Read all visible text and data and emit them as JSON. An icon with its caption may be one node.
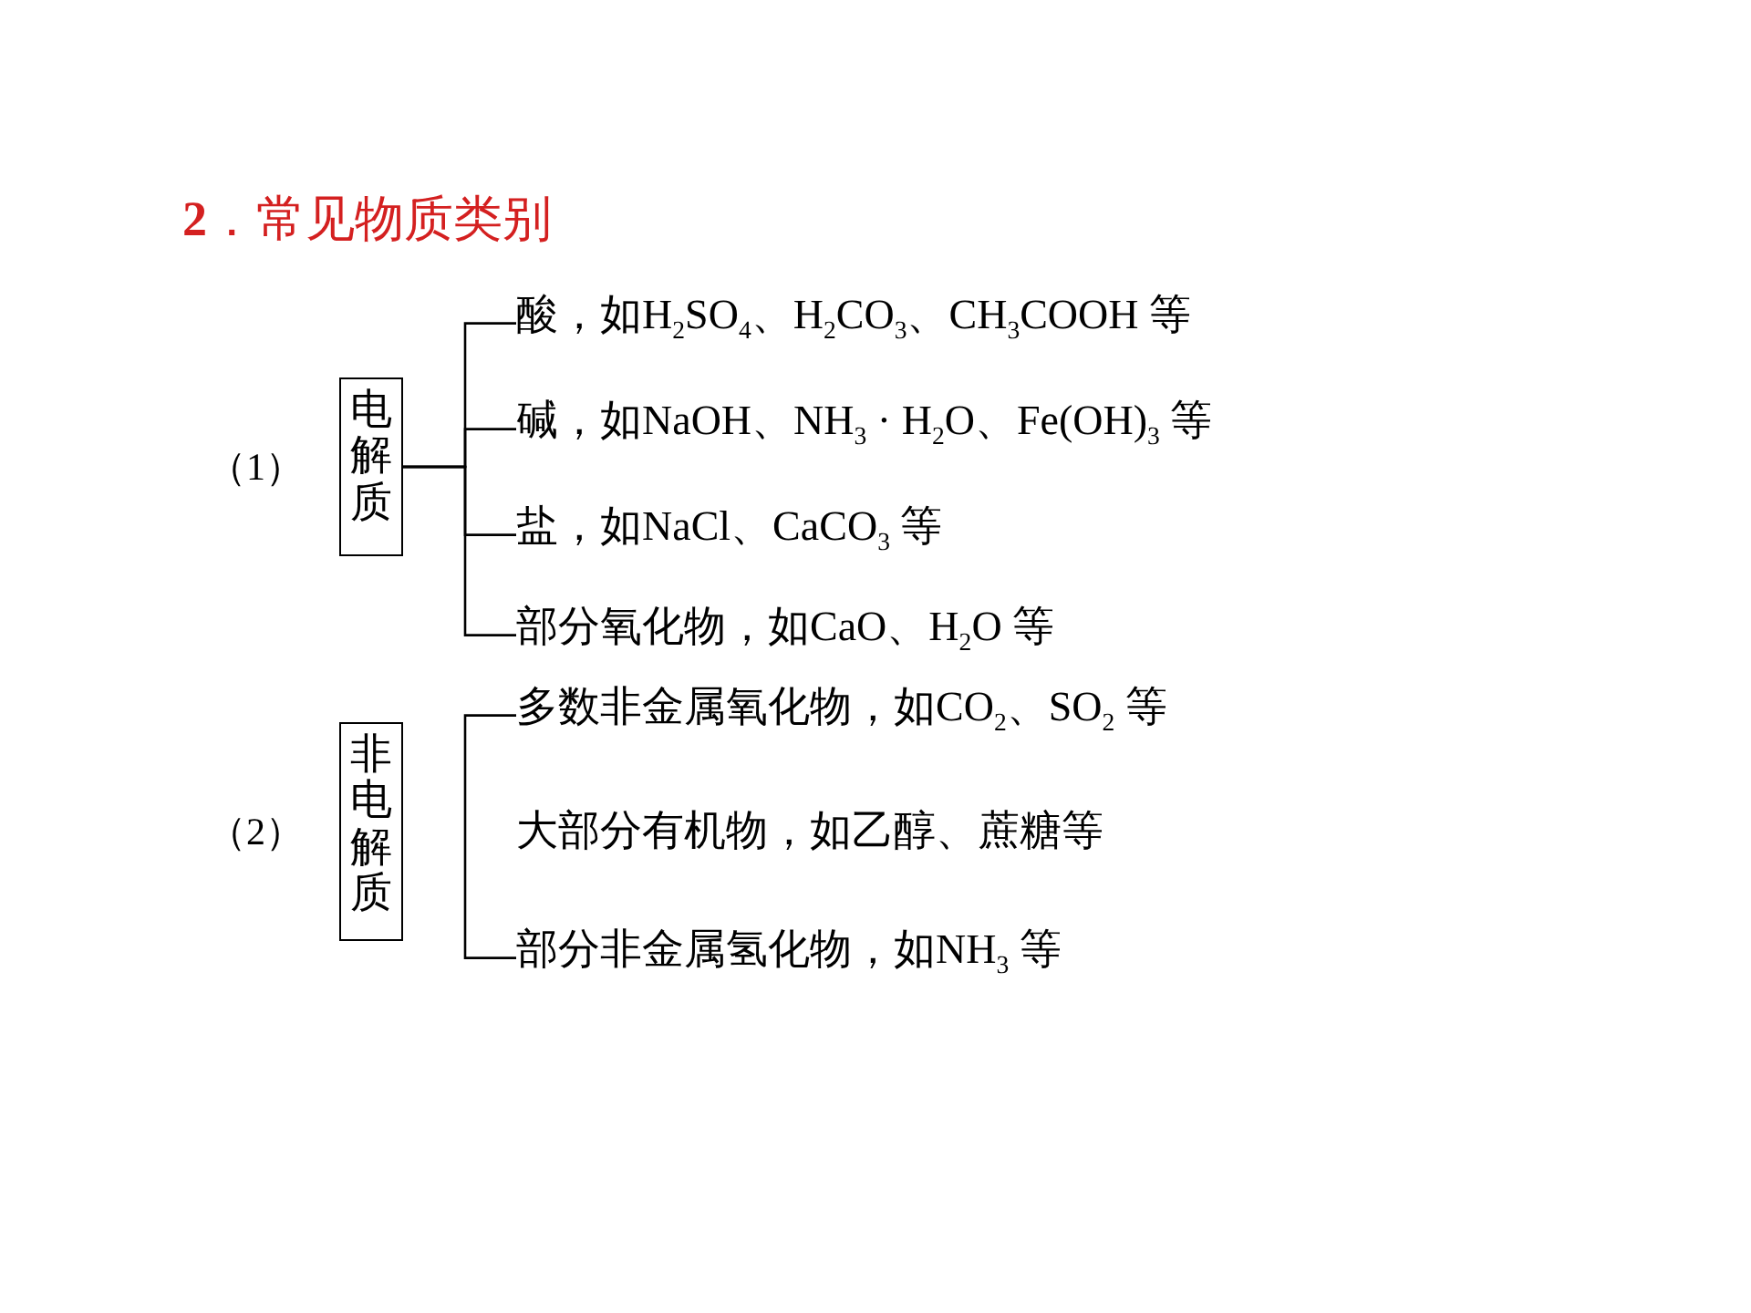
{
  "diagram": {
    "title": "**2**．常见物质类别",
    "nodes": [
      {
        "text": [
          "电解质"
        ],
        "beside": [
          "（1）"
        ]
      },
      {
        "text": [
          "酸，如H$_{2}$SO$_{4}$、H$_{2}$CO$_{3}$、CH$_{3}$COOH 等"
        ]
      },
      {
        "text": [
          "碱，如NaOH、NH$_{3}$ · H$_{2}$O、Fe(OH)$_{3}$ 等"
        ]
      },
      {
        "text": [
          "盐，如NaCl、CaCO$_{3}$ 等"
        ]
      },
      {
        "text": [
          "部分氧化物，如CaO、H$_{2}$O 等"
        ]
      },
      {
        "text": [
          "非电解质"
        ],
        "beside": [
          "（2）"
        ]
      },
      {
        "text": [
          "多数非金属氧化物，如CO$_{2}$、SO$_{2}$ 等"
        ]
      },
      {
        "text": [
          "大部分有机物，如乙醇、蔗糖等"
        ]
      },
      {
        "text": [
          "部分非金属氢化物，如NH$_{3}$ 等"
        ]
      }
    ],
    "edges": [
      {
        "from": 0,
        "to": 1,
        "arrow": "none"
      },
      {
        "from": 0,
        "to": 2,
        "arrow": "none"
      },
      {
        "from": 0,
        "to": 3,
        "arrow": "none"
      },
      {
        "from": 0,
        "to": 4,
        "arrow": "none"
      }
    ]
  }
}
